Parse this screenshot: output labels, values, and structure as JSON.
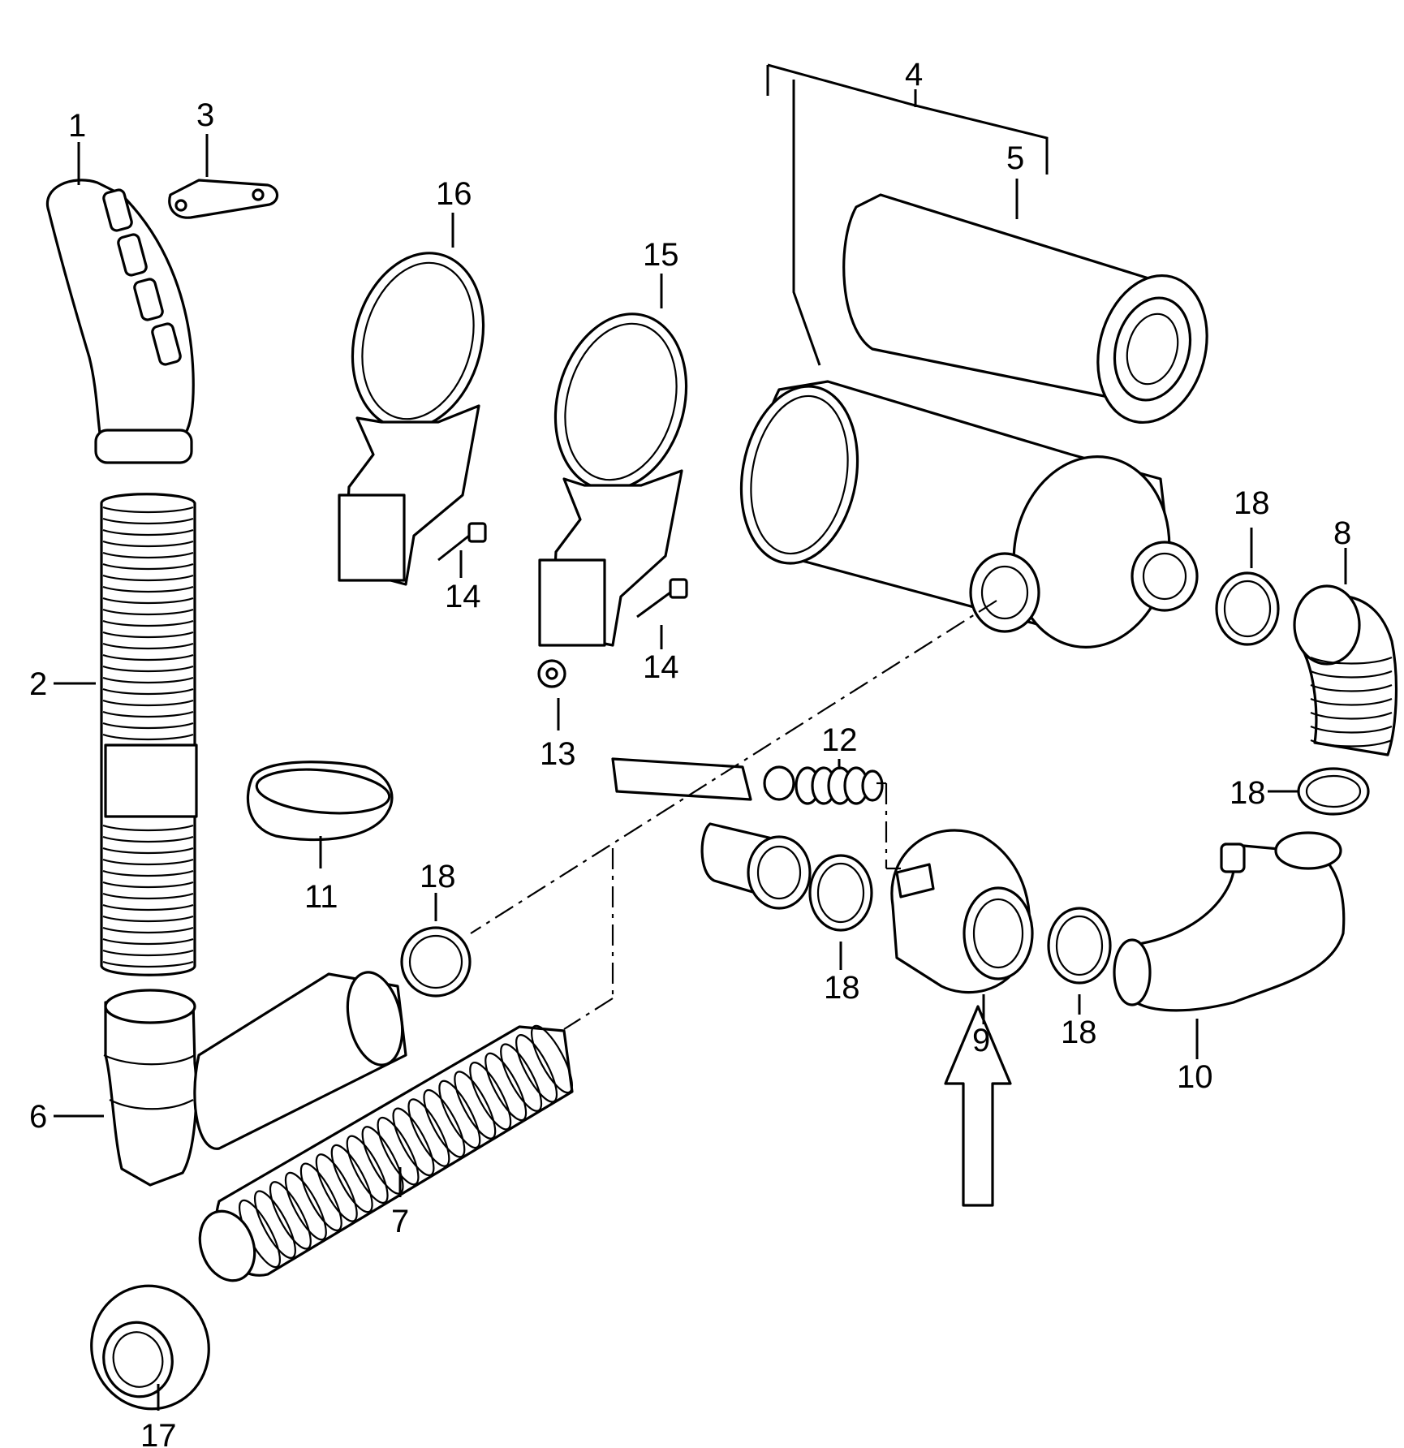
{
  "callouts": [
    {
      "id": "c1",
      "text": "1"
    },
    {
      "id": "c2",
      "text": "2"
    },
    {
      "id": "c3",
      "text": "3"
    },
    {
      "id": "c4",
      "text": "4"
    },
    {
      "id": "c5",
      "text": "5"
    },
    {
      "id": "c6",
      "text": "6"
    },
    {
      "id": "c7",
      "text": "7"
    },
    {
      "id": "c8",
      "text": "8"
    },
    {
      "id": "c9",
      "text": "9"
    },
    {
      "id": "c10",
      "text": "10"
    },
    {
      "id": "c11",
      "text": "11"
    },
    {
      "id": "c12",
      "text": "12"
    },
    {
      "id": "c13",
      "text": "13"
    },
    {
      "id": "c14a",
      "text": "14"
    },
    {
      "id": "c14b",
      "text": "14"
    },
    {
      "id": "c15",
      "text": "15"
    },
    {
      "id": "c16",
      "text": "16"
    },
    {
      "id": "c17",
      "text": "17"
    },
    {
      "id": "c18a",
      "text": "18"
    },
    {
      "id": "c18b",
      "text": "18"
    },
    {
      "id": "c18c",
      "text": "18"
    },
    {
      "id": "c18d",
      "text": "18"
    },
    {
      "id": "c18e",
      "text": "18"
    }
  ]
}
